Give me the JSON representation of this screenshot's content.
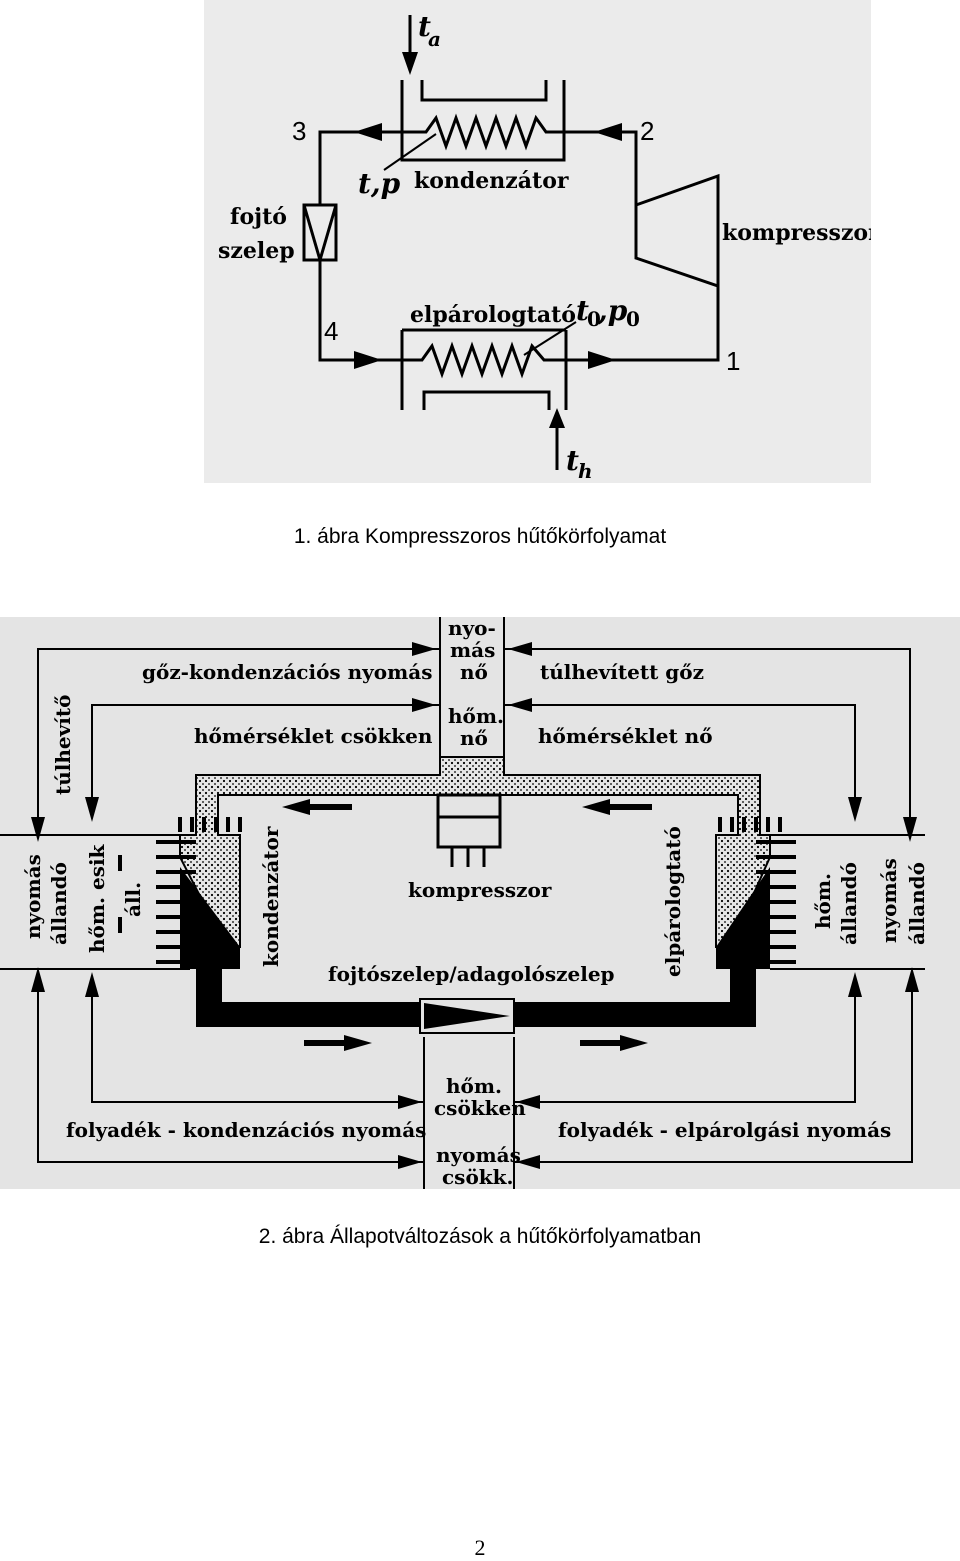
{
  "figure1": {
    "labels": {
      "ta": "t",
      "ta_sub": "a",
      "n3": "3",
      "n2": "2",
      "n4": "4",
      "n1": "1",
      "tp": "t,p",
      "kondenzator": "kondenzátor",
      "fojto1": "fojtó",
      "fojto2": "szelep",
      "kompresszor": "kompresszor",
      "elparologtato": "elpárologtató",
      "t0p0": "t",
      "t0_sub": "0",
      "p0": ",p",
      "p0_sub": "0",
      "th": "t",
      "th_sub": "h"
    },
    "caption": "1. ábra Kompresszoros hűtőkörfolyamat"
  },
  "figure2": {
    "labels": {
      "nyomas_no_1": "nyo-",
      "nyomas_no_2": "más",
      "nyomas_no_3": "nő",
      "hom_no_1": "hőm.",
      "hom_no_2": "nő",
      "goz_kond": "gőz-kondenzációs nyomás",
      "tulhevitett": "túlhevített gőz",
      "hom_csokken": "hőmérséklet csökken",
      "hom_no_long": "hőmérséklet nő",
      "tulhevito": "túlhevítő",
      "nyomas_left": "nyomás",
      "allando_left": "állandó",
      "hom_esik": "hőm. esik",
      "all": "áll.",
      "kondenzator": "kondenzátor",
      "kompresszor": "kompresszor",
      "elparologtato": "elpárologtató",
      "hom_right": "hőm.",
      "allando_right1": "állandó",
      "nyomas_right": "nyomás",
      "allando_right2": "állandó",
      "fojtoszelep": "fojtószelep/adagolószelep",
      "hom_csokken_bottom_1": "hőm.",
      "hom_csokken_bottom_2": "csökken",
      "folyadek_kond": "folyadék - kondenzációs nyomás",
      "folyadek_elp": "folyadék - elpárolgási nyomás",
      "nyomas_csokk_1": "nyomás",
      "nyomas_csokk_2": "csökk."
    },
    "caption": "2. ábra Állapotváltozások a hűtőkörfolyamatban"
  },
  "page_number": "2"
}
